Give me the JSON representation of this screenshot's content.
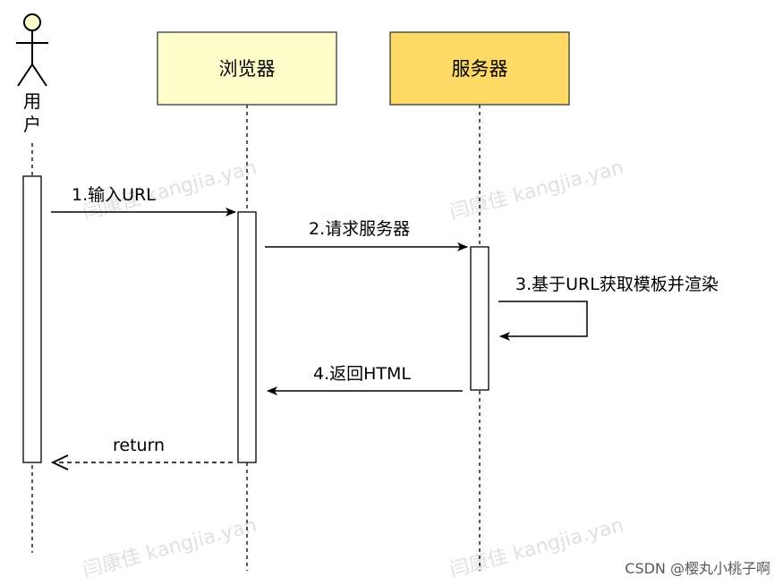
{
  "actor": {
    "label_line1": "用",
    "label_line2": "户"
  },
  "participants": {
    "browser": {
      "label": "浏览器",
      "fill": "#FFFFCC",
      "stroke": "#36393D"
    },
    "server": {
      "label": "服务器",
      "fill": "#FFD966",
      "stroke": "#36393D"
    }
  },
  "messages": {
    "m1": "1.输入URL",
    "m2": "2.请求服务器",
    "m3": "3.基于URL获取模板并渲染",
    "m4": "4.返回HTML",
    "m5": "return"
  },
  "watermark": {
    "text": "闫康佳 kangjia.yan"
  },
  "credit": "CSDN @樱丸小桃子啊"
}
